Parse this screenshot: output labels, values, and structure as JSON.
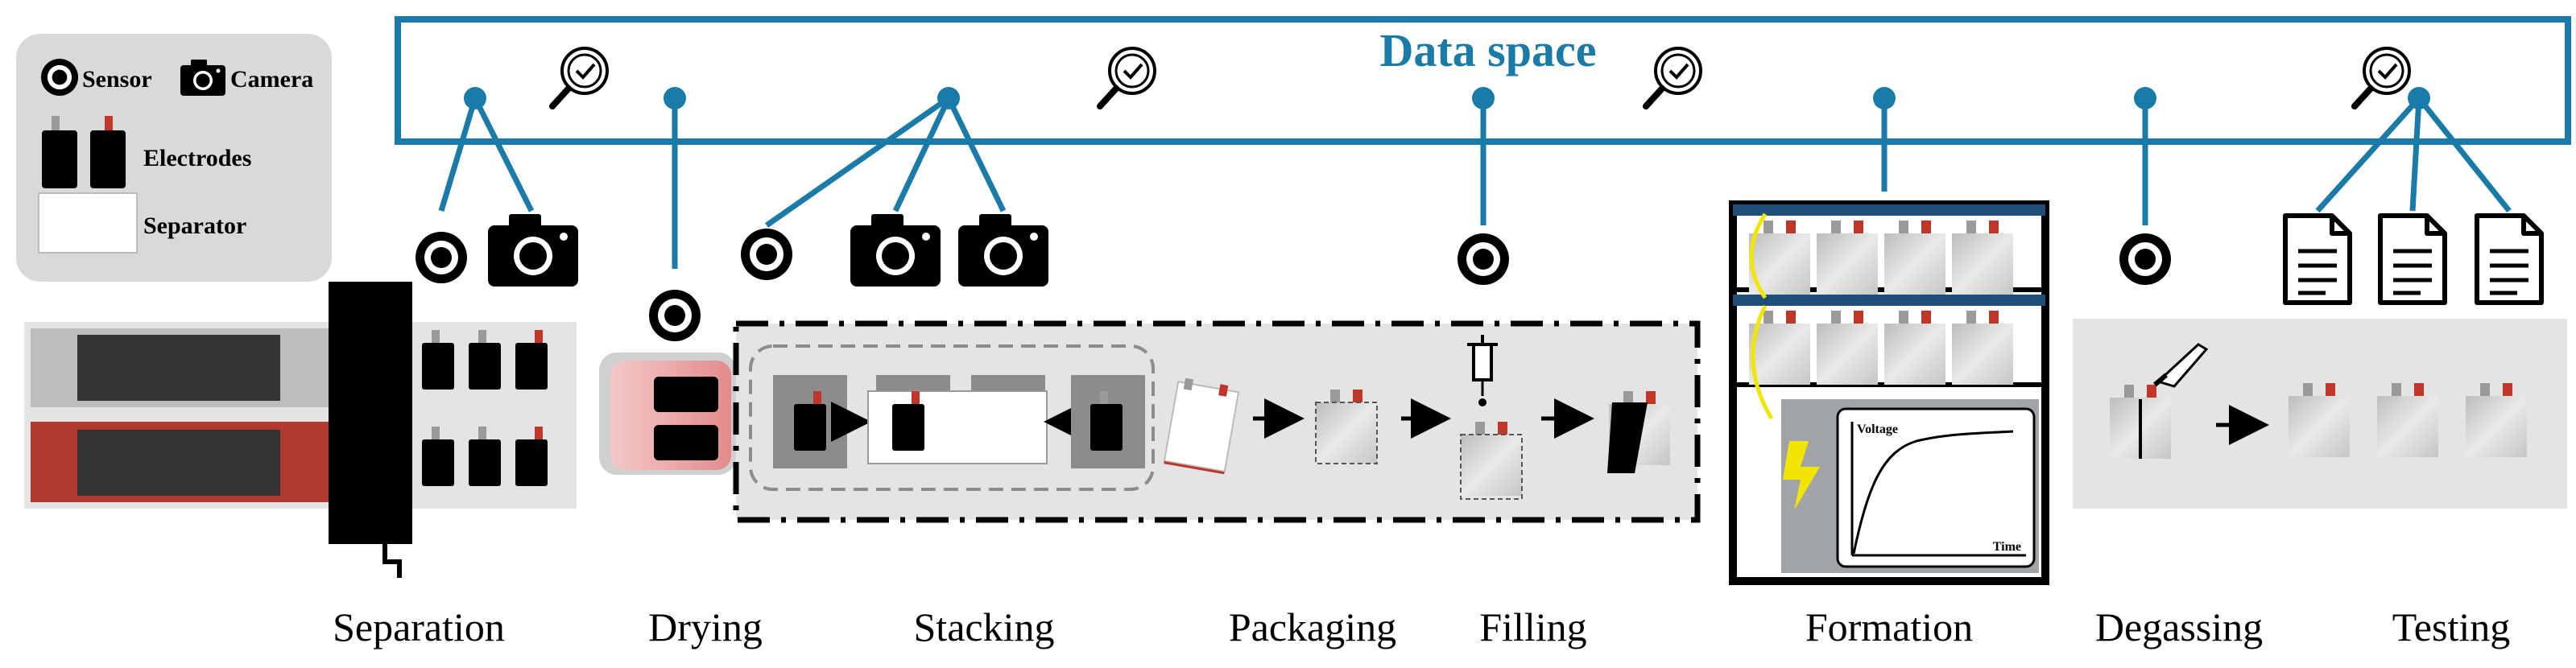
{
  "title": "Data space",
  "legend": {
    "sensor": "Sensor",
    "camera": "Camera",
    "electrodes": "Electrodes",
    "separator": "Separator"
  },
  "steps": [
    {
      "id": "separation",
      "label": "Separation"
    },
    {
      "id": "drying",
      "label": "Drying"
    },
    {
      "id": "stacking",
      "label": "Stacking"
    },
    {
      "id": "packaging",
      "label": "Packaging"
    },
    {
      "id": "filling",
      "label": "Filling"
    },
    {
      "id": "formation",
      "label": "Formation"
    },
    {
      "id": "degassing",
      "label": "Degassing"
    },
    {
      "id": "testing",
      "label": "Testing"
    }
  ],
  "formation_chart": {
    "ylabel": "Voltage",
    "xlabel": "Time"
  },
  "colors": {
    "data_blue": "#1a7aa8",
    "separator_red": "#b13a2e",
    "tab_red": "#c0362b",
    "panel_gray": "#e4e4e4",
    "yellow": "#f2e600"
  },
  "icons": [
    "sensor-icon",
    "camera-icon",
    "magnifier-check-icon",
    "document-icon",
    "lightning-icon",
    "syringe-icon",
    "knife-icon"
  ]
}
